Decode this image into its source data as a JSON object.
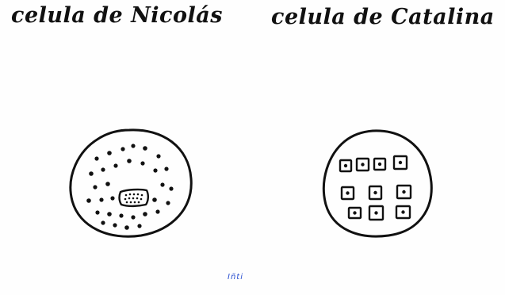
{
  "left_cell": {
    "caption": "celula de Nicolás",
    "icon": "cell-with-scattered-dots"
  },
  "right_cell": {
    "caption": "celula de Catalina",
    "icon": "cell-with-square-compartments"
  },
  "credit": "Iñti",
  "colors": {
    "ink": "#111111",
    "credit": "#2a4fd0",
    "background": "#fefefe"
  }
}
